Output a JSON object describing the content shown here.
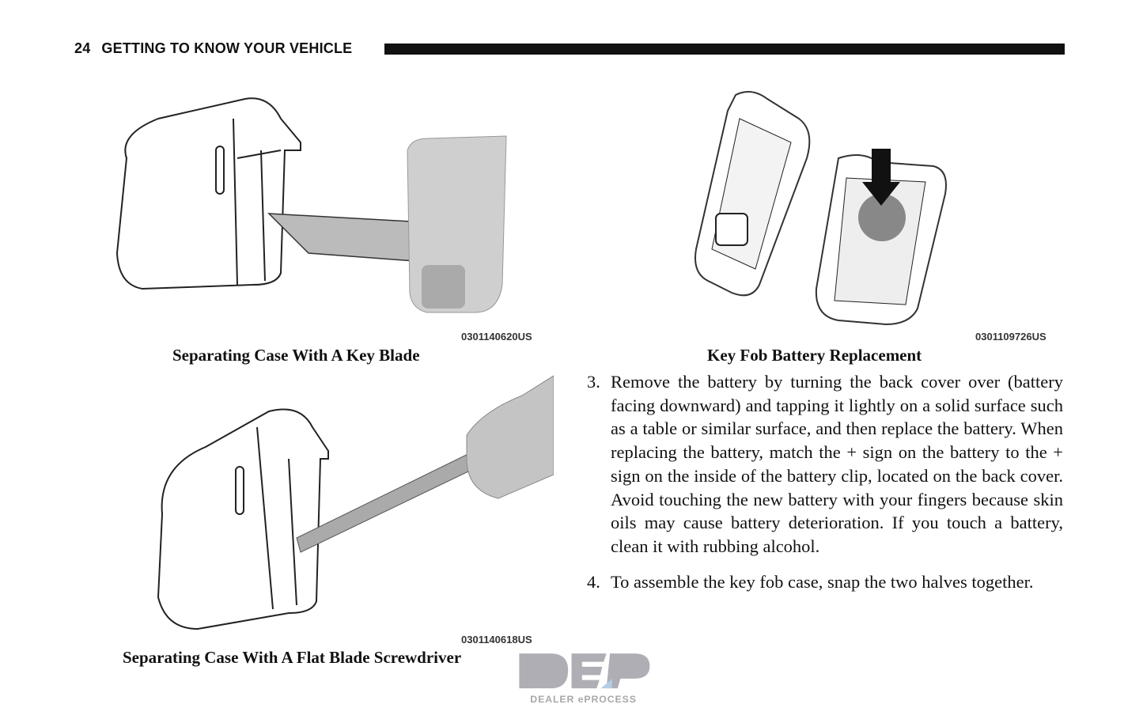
{
  "header": {
    "page_number": "24",
    "section_title": "GETTING TO KNOW YOUR VEHICLE"
  },
  "figures": [
    {
      "code": "0301140620US",
      "caption": "Separating Case With A Key Blade"
    },
    {
      "code": "0301140618US",
      "caption": "Separating Case With A Flat Blade Screwdriver"
    },
    {
      "code": "0301109726US",
      "caption": "Key Fob Battery Replacement"
    }
  ],
  "steps": [
    {
      "number": "3.",
      "text": "Remove the battery by turning the back cover over (battery facing downward) and tapping it lightly on a solid surface such as a table or similar surface, and then replace the battery. When replacing the battery, match the + sign on the battery to the + sign on the inside of the battery clip, located on the back cover. Avoid touching the new battery with your fingers because skin oils may cause battery deterioration. If you touch a battery, clean it with rubbing alcohol."
    },
    {
      "number": "4.",
      "text": "To assemble the key fob case, snap the two halves together."
    }
  ],
  "watermark": {
    "logo": "DEP",
    "text": "DEALER ePROCESS"
  }
}
